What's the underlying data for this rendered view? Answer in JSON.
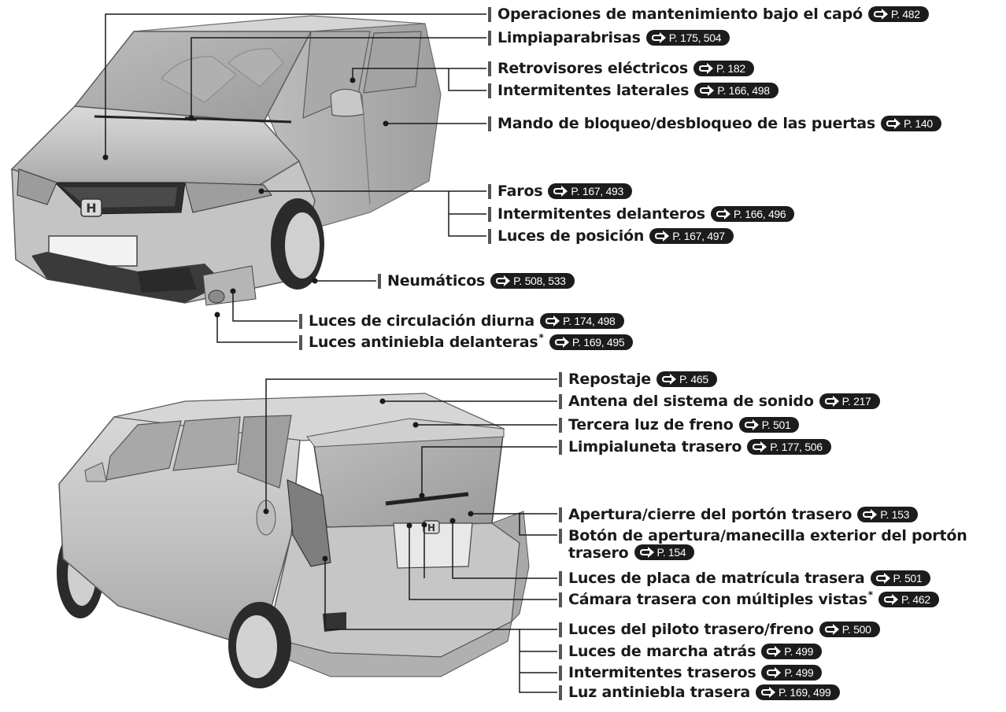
{
  "front_callouts": [
    {
      "label": "Operaciones de mantenimiento bajo el capó",
      "ref": "P. 482"
    },
    {
      "label": "Limpiaparabrisas",
      "ref": "P. 175, 504"
    },
    {
      "label": "Retrovisores eléctricos",
      "ref": "P. 182"
    },
    {
      "label": "Intermitentes laterales",
      "ref": "P. 166, 498"
    },
    {
      "label": "Mando de bloqueo/desbloqueo de las puertas",
      "ref": "P. 140"
    },
    {
      "label": "Faros",
      "ref": "P. 167, 493"
    },
    {
      "label": "Intermitentes delanteros",
      "ref": "P. 166, 496"
    },
    {
      "label": "Luces de posición",
      "ref": "P. 167, 497"
    },
    {
      "label": "Neumáticos",
      "ref": "P. 508, 533"
    },
    {
      "label": "Luces de circulación diurna",
      "ref": "P. 174, 498"
    },
    {
      "label": "Luces antiniebla delanteras",
      "star": "*",
      "ref": "P. 169, 495"
    }
  ],
  "rear_callouts": [
    {
      "label": "Repostaje",
      "ref": "P. 465"
    },
    {
      "label": "Antena del sistema de sonido",
      "ref": "P. 217"
    },
    {
      "label": "Tercera luz de freno",
      "ref": "P. 501"
    },
    {
      "label": "Limpialuneta trasero",
      "ref": "P. 177, 506"
    },
    {
      "label": "Apertura/cierre del portón trasero",
      "ref": "P. 153"
    },
    {
      "label": "Botón de apertura/manecilla exterior del portón trasero",
      "ref": "P. 154"
    },
    {
      "label": "Luces de placa de matrícula trasera",
      "ref": "P. 501"
    },
    {
      "label": "Cámara trasera con múltiples vistas",
      "star": "*",
      "ref": "P. 462"
    },
    {
      "label": "Luces del piloto trasero/freno",
      "ref": "P. 500"
    },
    {
      "label": "Luces de marcha atrás",
      "ref": "P. 499"
    },
    {
      "label": "Intermitentes traseros",
      "ref": "P. 499"
    },
    {
      "label": "Luz antiniebla trasera",
      "ref": "P. 169, 499"
    }
  ],
  "colors": {
    "car_body": "#c9c9c9",
    "car_shadow": "#8f8f8f",
    "tire": "#2b2b2b",
    "badge": "#1c1c1c",
    "leader": "#1a1a1a"
  }
}
